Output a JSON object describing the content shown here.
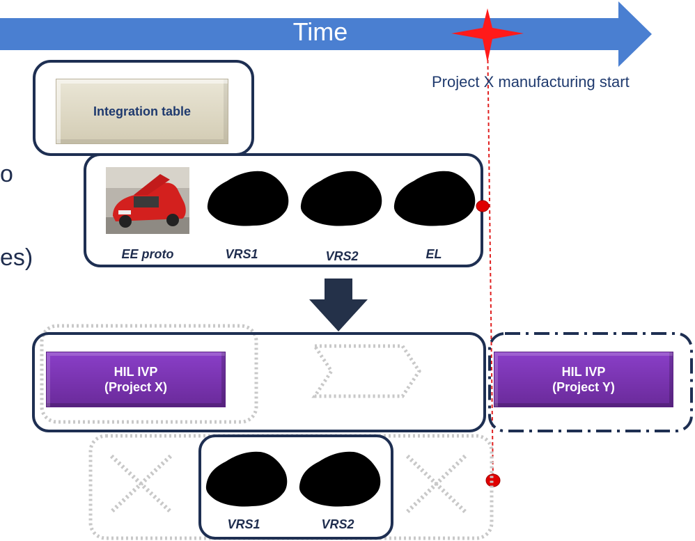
{
  "timeline": {
    "label": "Time"
  },
  "milestone": {
    "label": "Project X manufacturing start"
  },
  "integration": {
    "button_label": "Integration table"
  },
  "vehicles_top": [
    {
      "caption": "EE proto"
    },
    {
      "caption": "VRS1"
    },
    {
      "caption": "VRS2"
    },
    {
      "caption": "EL"
    }
  ],
  "hil": [
    {
      "line1": "HIL IVP",
      "line2": "(Project X)"
    },
    {
      "line1": "HIL IVP",
      "line2": "(Project Y)"
    }
  ],
  "vehicles_bottom": [
    {
      "caption": "VRS1"
    },
    {
      "caption": "VRS2"
    }
  ],
  "partial_text": {
    "fragment_top": "o",
    "fragment_bottom": "es)"
  },
  "colors": {
    "arrow": "#4a7fd1",
    "star": "#ff1a1a",
    "frame": "#1e2f52",
    "hil": "#7b35b6",
    "ghost": "#bdbdbd"
  }
}
